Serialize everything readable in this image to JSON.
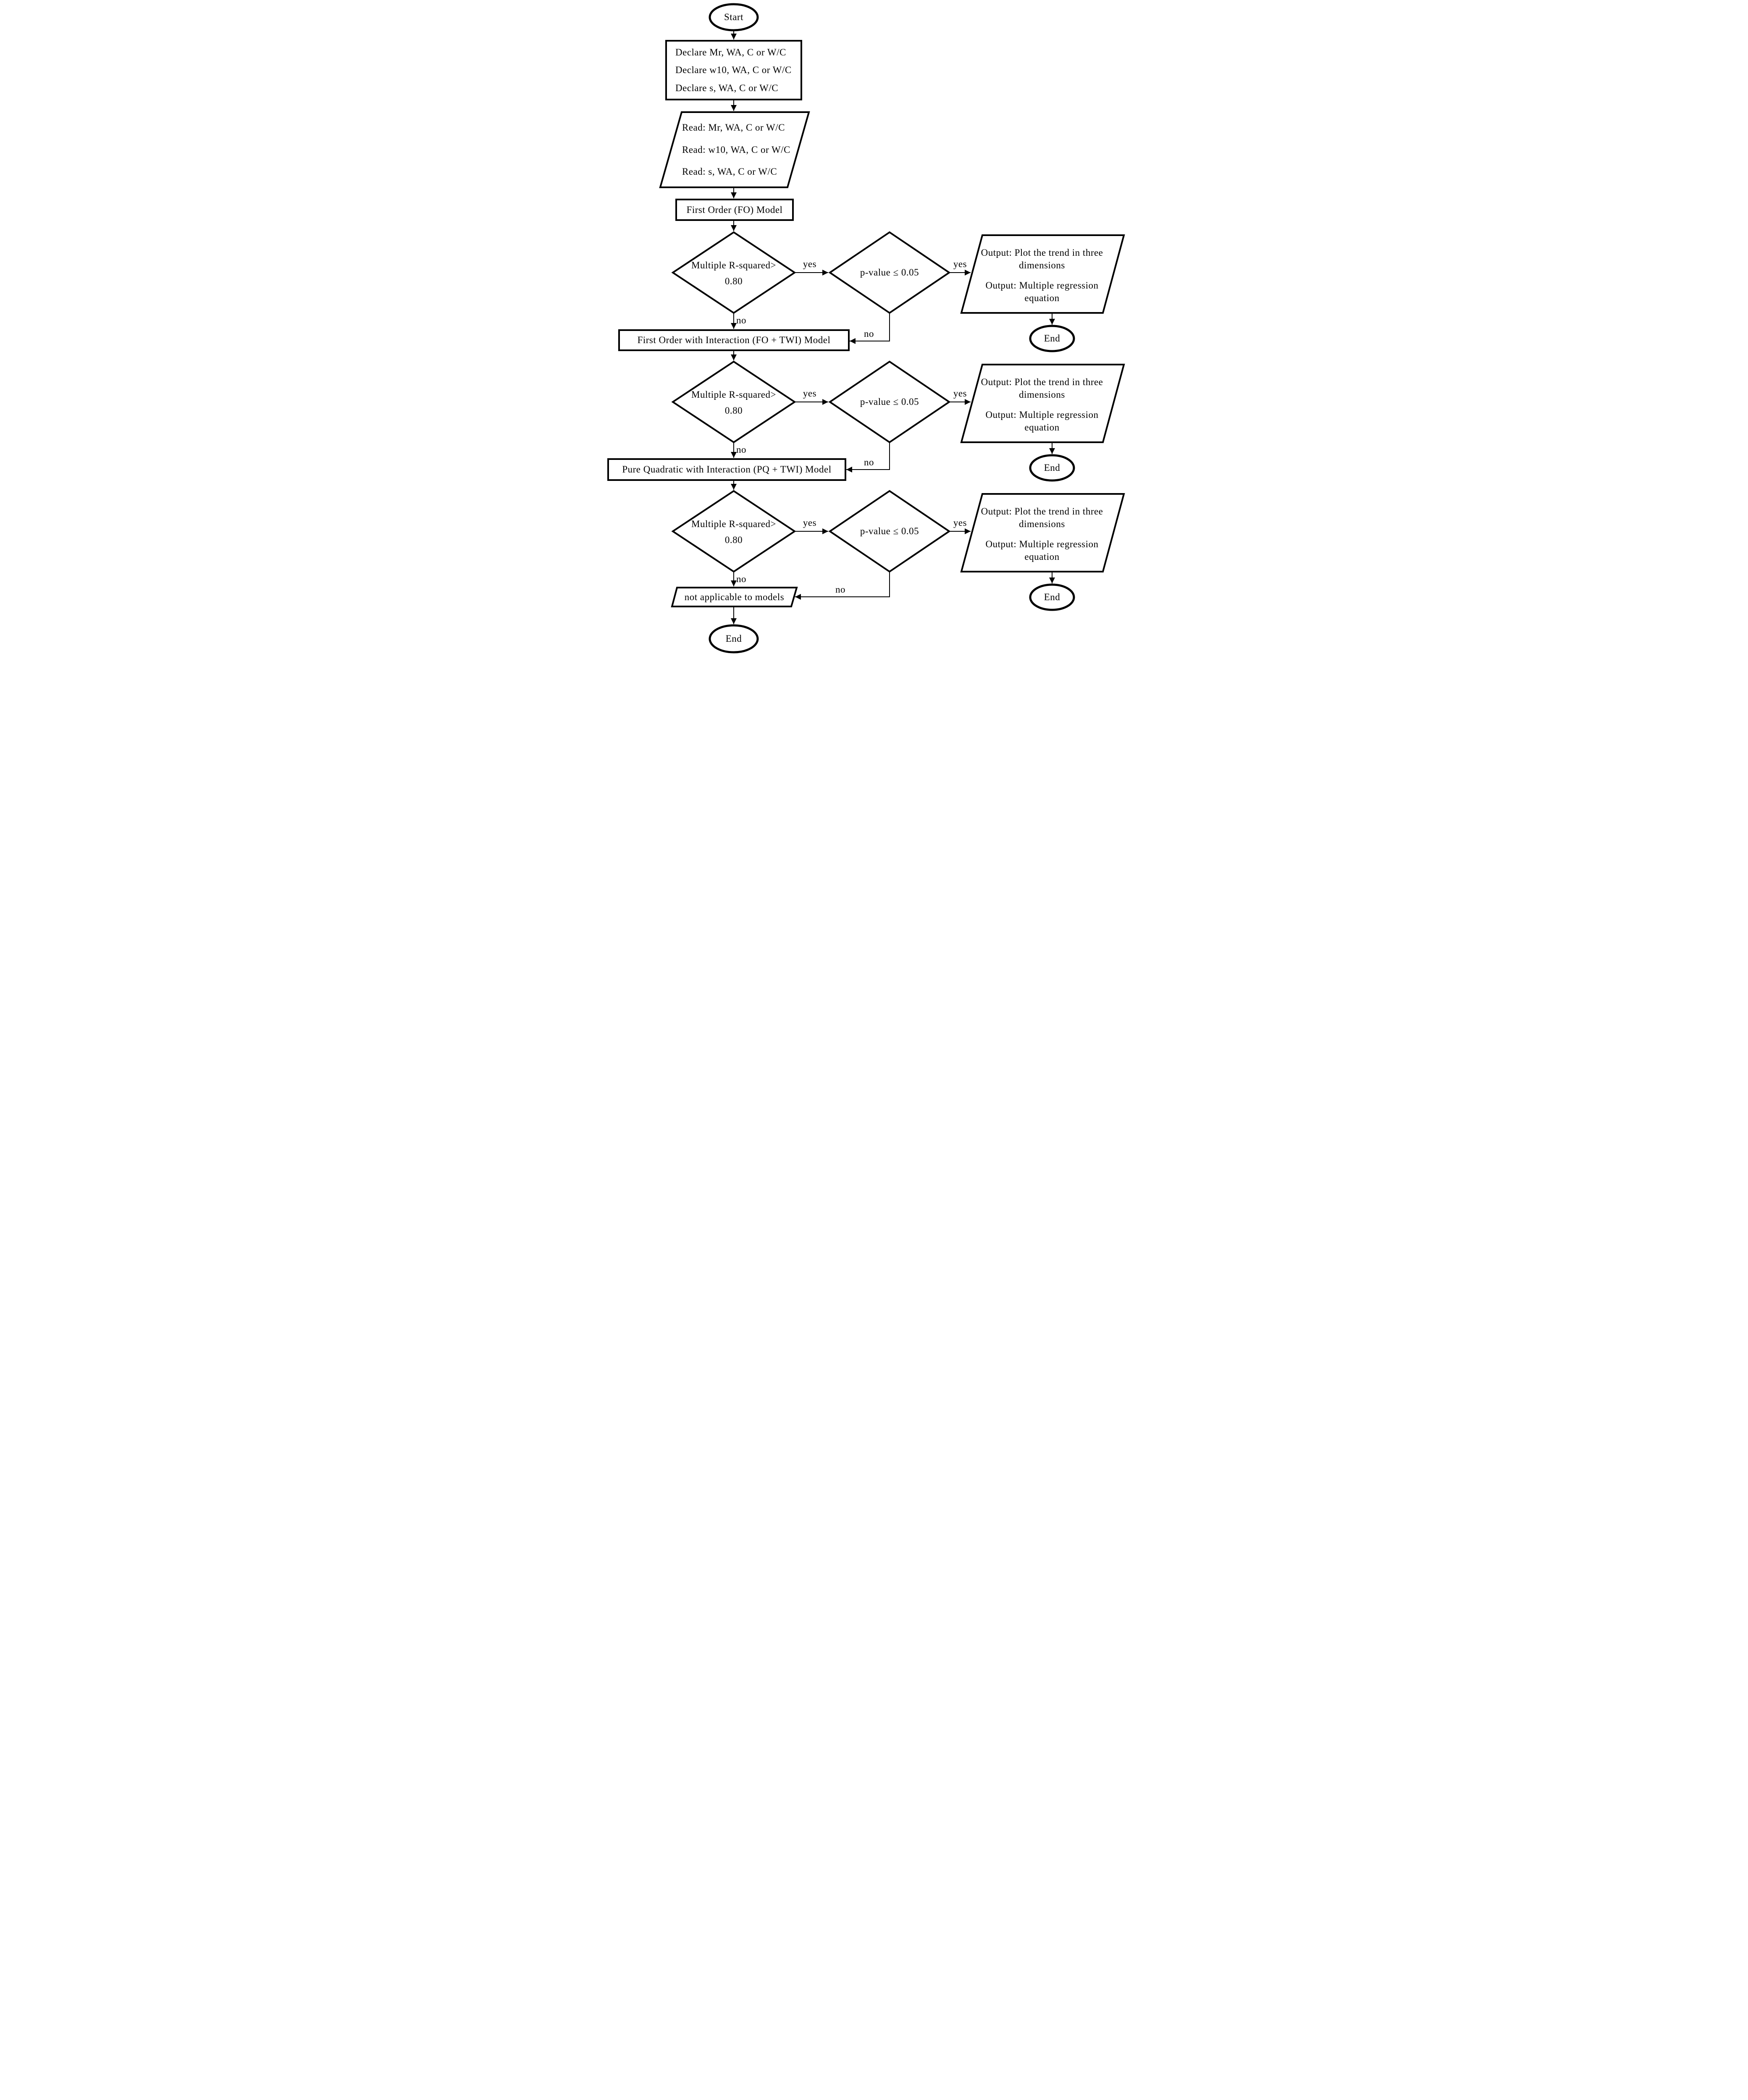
{
  "nodes": {
    "start": "Start",
    "declare_lines": [
      "Declare Mr, WA, C or W/C",
      "Declare w10, WA, C or W/C",
      "Declare s, WA, C or W/C"
    ],
    "read_lines": [
      "Read: Mr, WA, C or W/C",
      "Read: w10, WA, C or W/C",
      "Read: s, WA, C or W/C"
    ],
    "fo_model": "First Order (FO) Model",
    "fo_twi_model": "First Order with Interaction (FO + TWI) Model",
    "pq_twi_model": "Pure Quadratic with Interaction (PQ + TWI) Model",
    "r_squared_test": [
      "Multiple R-squared>",
      "0.80"
    ],
    "p_value_test": "p-value ≤ 0.05",
    "output_plot": [
      "Output: Plot the trend in three",
      "dimensions"
    ],
    "output_equation": [
      "Output: Multiple regression",
      "equation"
    ],
    "not_applicable": "not applicable to models",
    "end": "End"
  },
  "edges": {
    "yes": "yes",
    "no": "no"
  },
  "colors": {
    "stroke": "#000000",
    "background": "#ffffff"
  }
}
